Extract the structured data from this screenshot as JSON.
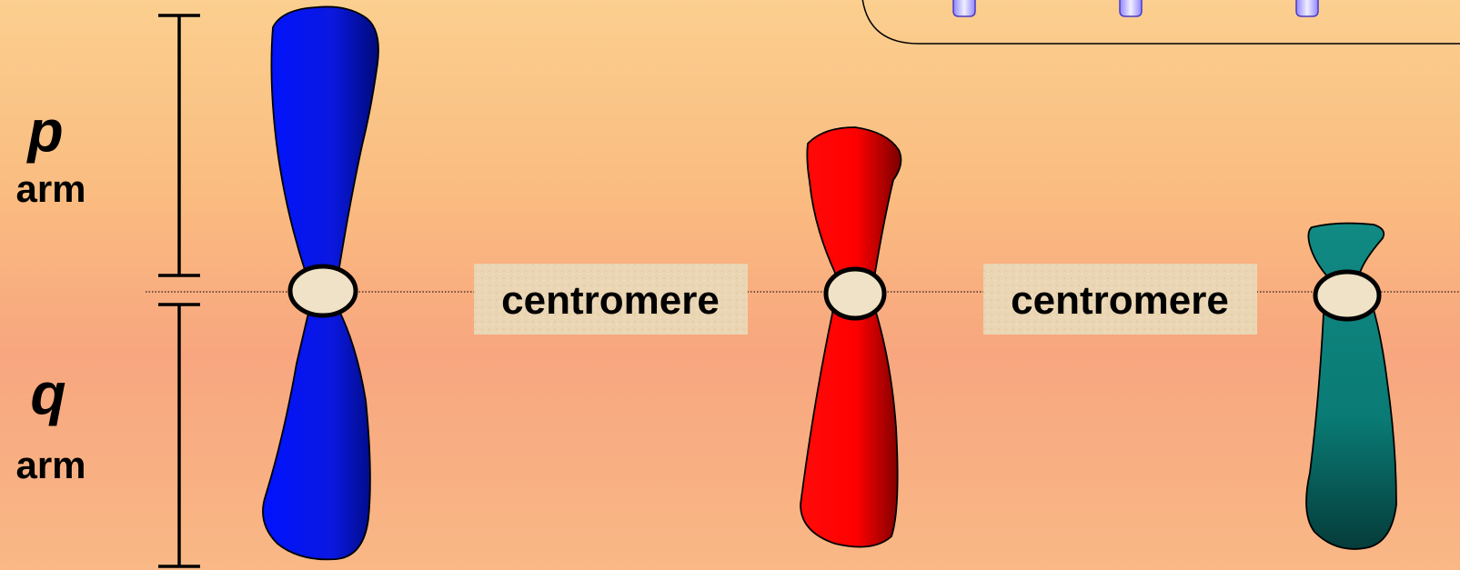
{
  "arms": {
    "p_letter": "p",
    "p_word": "arm",
    "q_letter": "q",
    "q_word": "arm"
  },
  "centromere_labels": [
    "centromere",
    "centromere"
  ],
  "chromosomes": [
    {
      "color": "#0a1ee8"
    },
    {
      "color": "#ff0606"
    },
    {
      "color": "#0d7d77"
    }
  ],
  "colors": {
    "label_box": "#ecd9b8",
    "centromere_fill": "#efe2c6",
    "knob_fill": "#b9b2ff"
  }
}
